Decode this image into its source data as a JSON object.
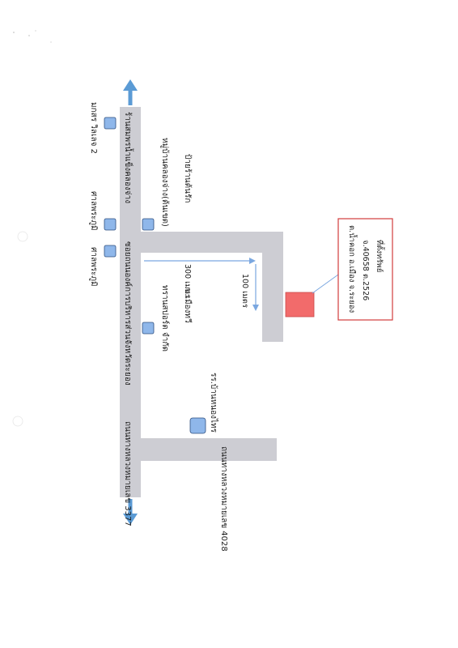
{
  "colors": {
    "road": "#cdcdd3",
    "marker": "#8fb7ea",
    "marker_stroke": "#2f4f7f",
    "property": "#f26b6b",
    "property_box_border": "#d23c3c",
    "measure_arrow": "#7aa7e0",
    "road_arrow": "#5b9bd5"
  },
  "icons": {
    "landmark_marker": "blue-square-icon",
    "property_marker": "red-square-icon",
    "road_direction": "double-arrow-icon"
  },
  "landmarks": {
    "market_left": "มกสร วิลเลจ 2",
    "shrine_1": "ศาลพระภูมิ",
    "shrine_2": "ศาลพระภูมิ",
    "roadside_label_1": "ร้านสมพรน้ำแข็งคลองจ่าง",
    "roadside_label_2": "ซอยถนนองค์การบริหารส่วนจังหวัดระยอง",
    "shop_1": "ป้ายร้านต้นรัก",
    "village_1": "หมู่บ้านคลองจ่าง(ต้นเขต)",
    "company_1": "บ.เมืองทวี",
    "company_2": "ทรานสปอร์ต จำกัด",
    "school": "รร.บ้านหนองไทร",
    "road_main": "ถนนทางหลวงหมายเลข 3377",
    "road_branch": "ถนนทางหลวงหมายเลข 4028"
  },
  "measurements": {
    "horizontal": "300 เมตร",
    "vertical": "100 เมตร"
  },
  "property_box": {
    "title": "ที่ตั้งทรัพย์",
    "line1": "จ.40658 ต.2526",
    "line2": "ต.น้ำคอก อ.เมือง จ.ระยอง"
  }
}
